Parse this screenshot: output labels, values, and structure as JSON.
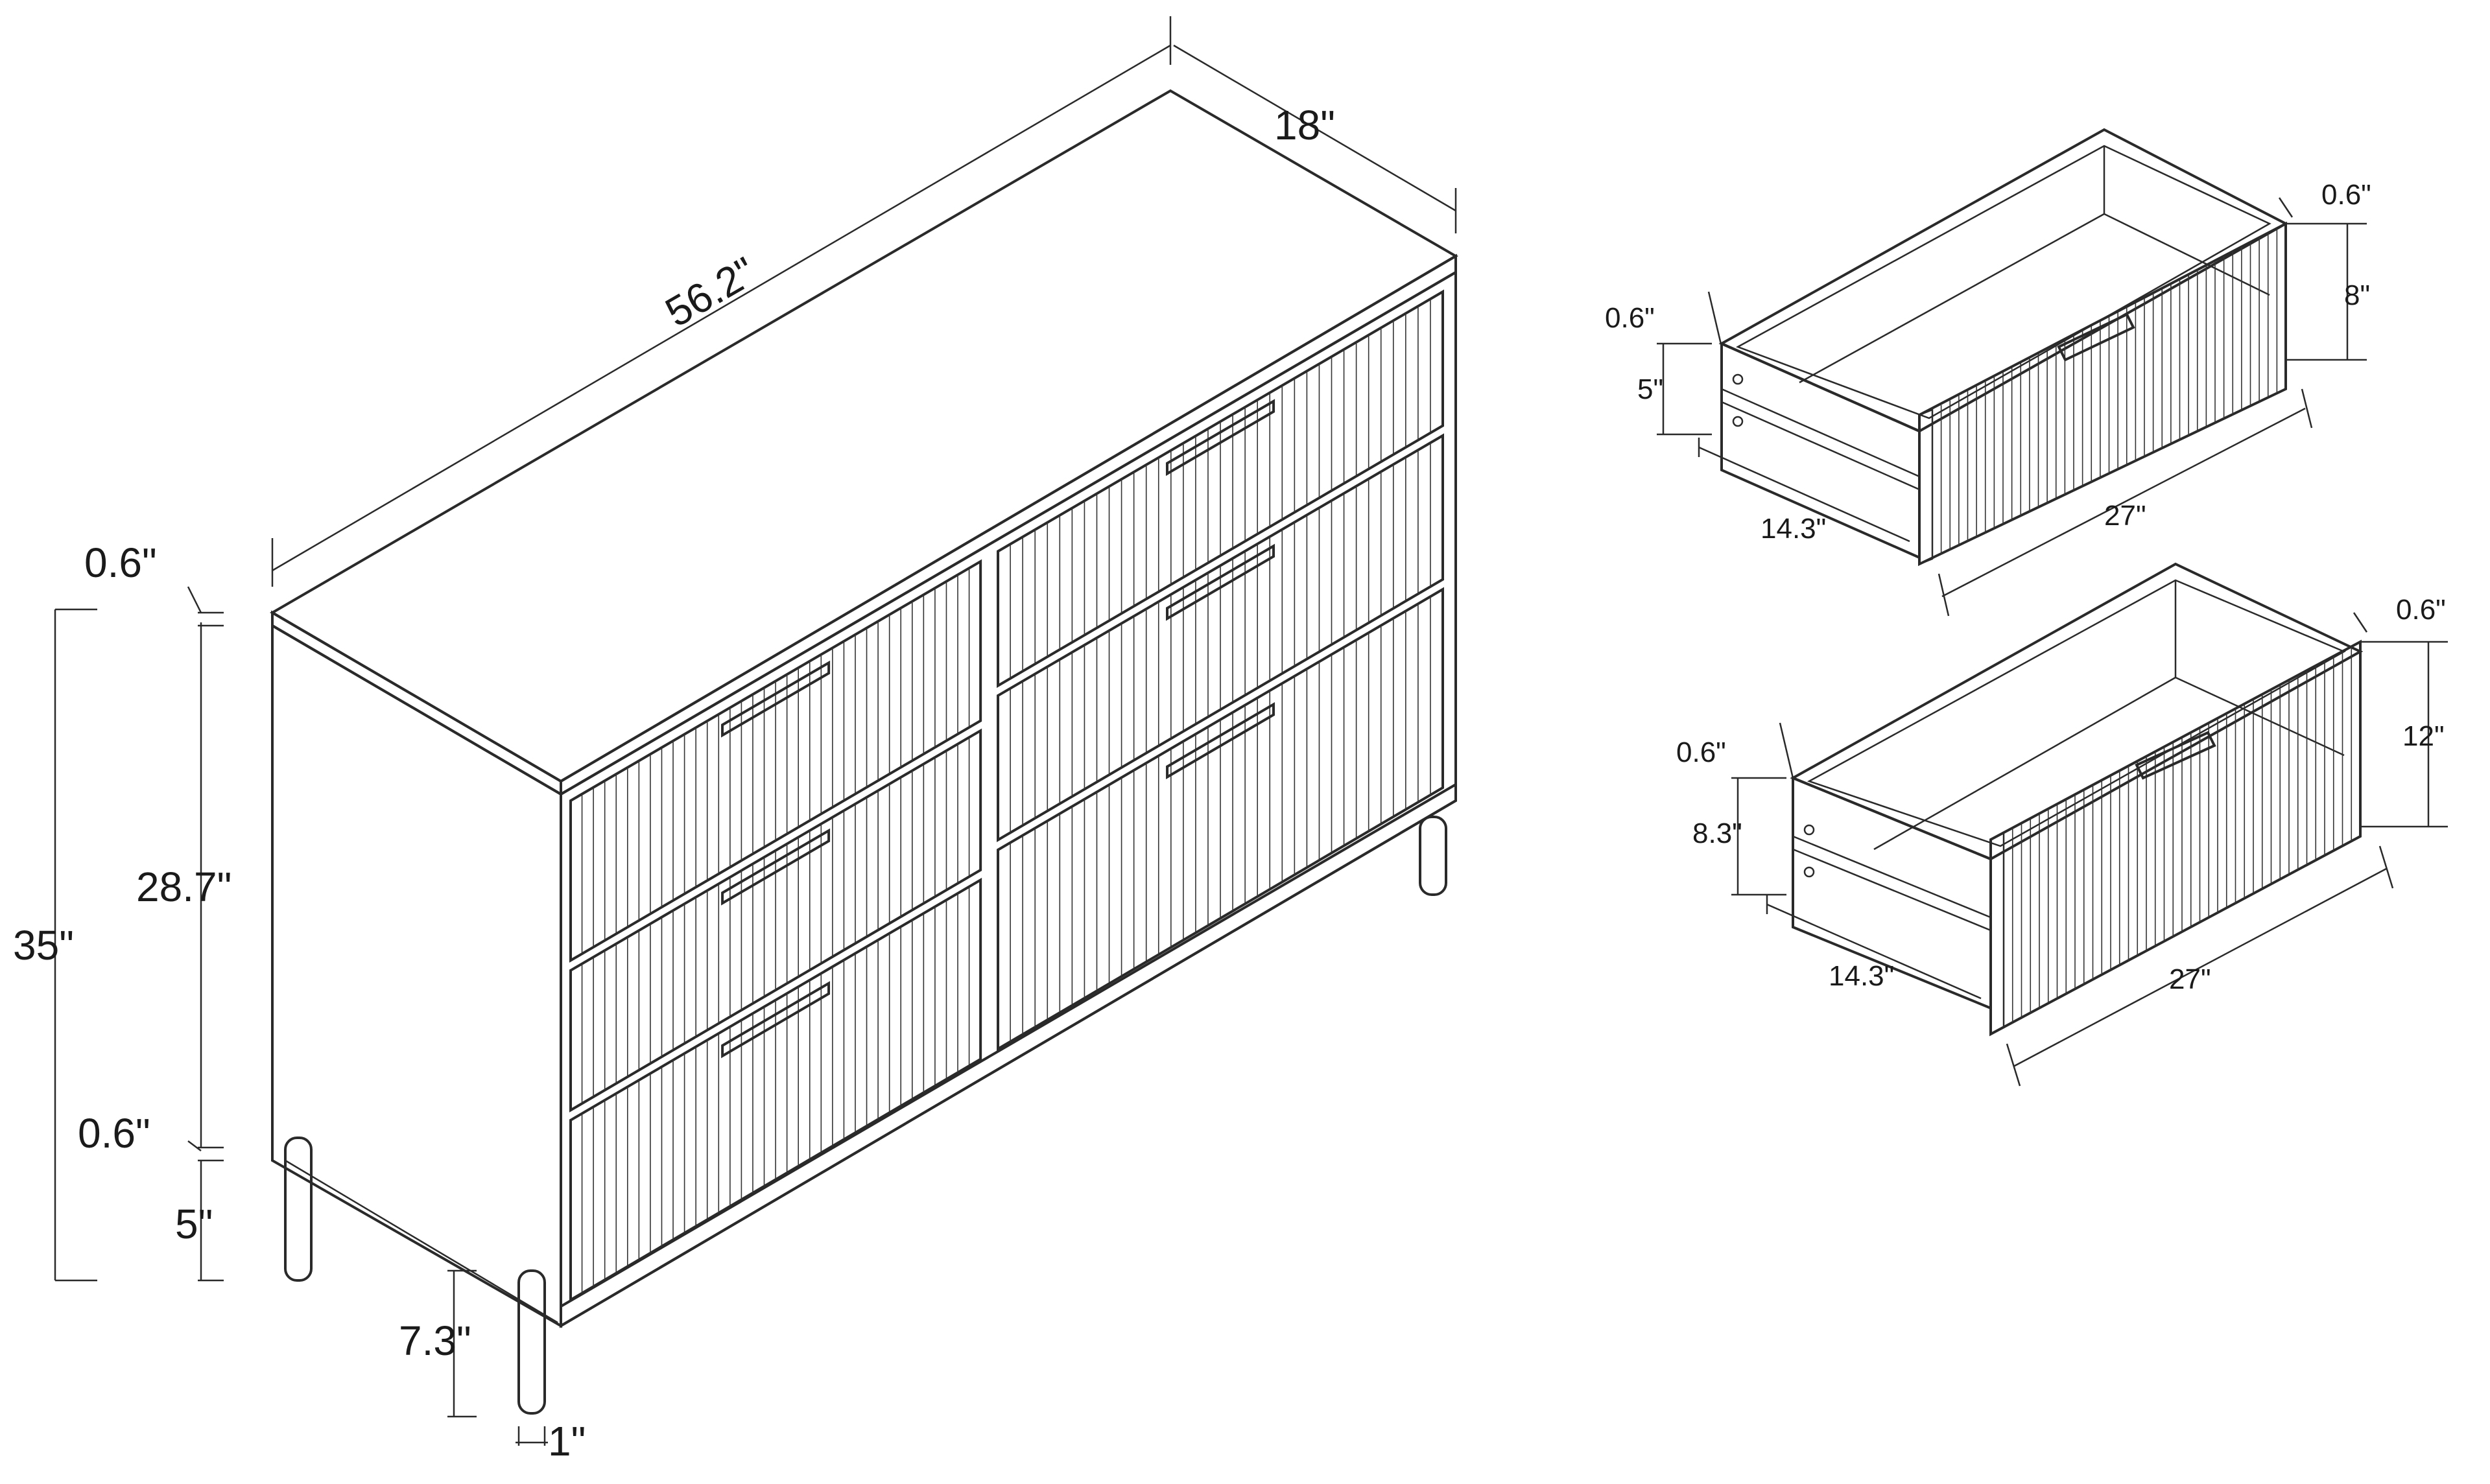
{
  "dresser": {
    "width_label": "56.2\"",
    "depth_label": "18\"",
    "height_label": "35\"",
    "body_label": "28.7\"",
    "top_label": "0.6\"",
    "bottom_label": "0.6\"",
    "leg_height_label": "5\"",
    "leg_inset_label": "7.3\"",
    "leg_dia_label": "1\""
  },
  "drawer_small": {
    "length_label": "27\"",
    "depth_label": "14.3\"",
    "front_height_label": "8\"",
    "box_height_label": "5\"",
    "front_thick_label": "0.6\"",
    "side_thick_label": "0.6\""
  },
  "drawer_large": {
    "length_label": "27\"",
    "depth_label": "14.3\"",
    "front_height_label": "12\"",
    "box_height_label": "8.3\"",
    "front_thick_label": "0.6\"",
    "side_thick_label": "0.6\""
  },
  "colors": {
    "line": "#2a2a2a",
    "background": "#ffffff"
  }
}
